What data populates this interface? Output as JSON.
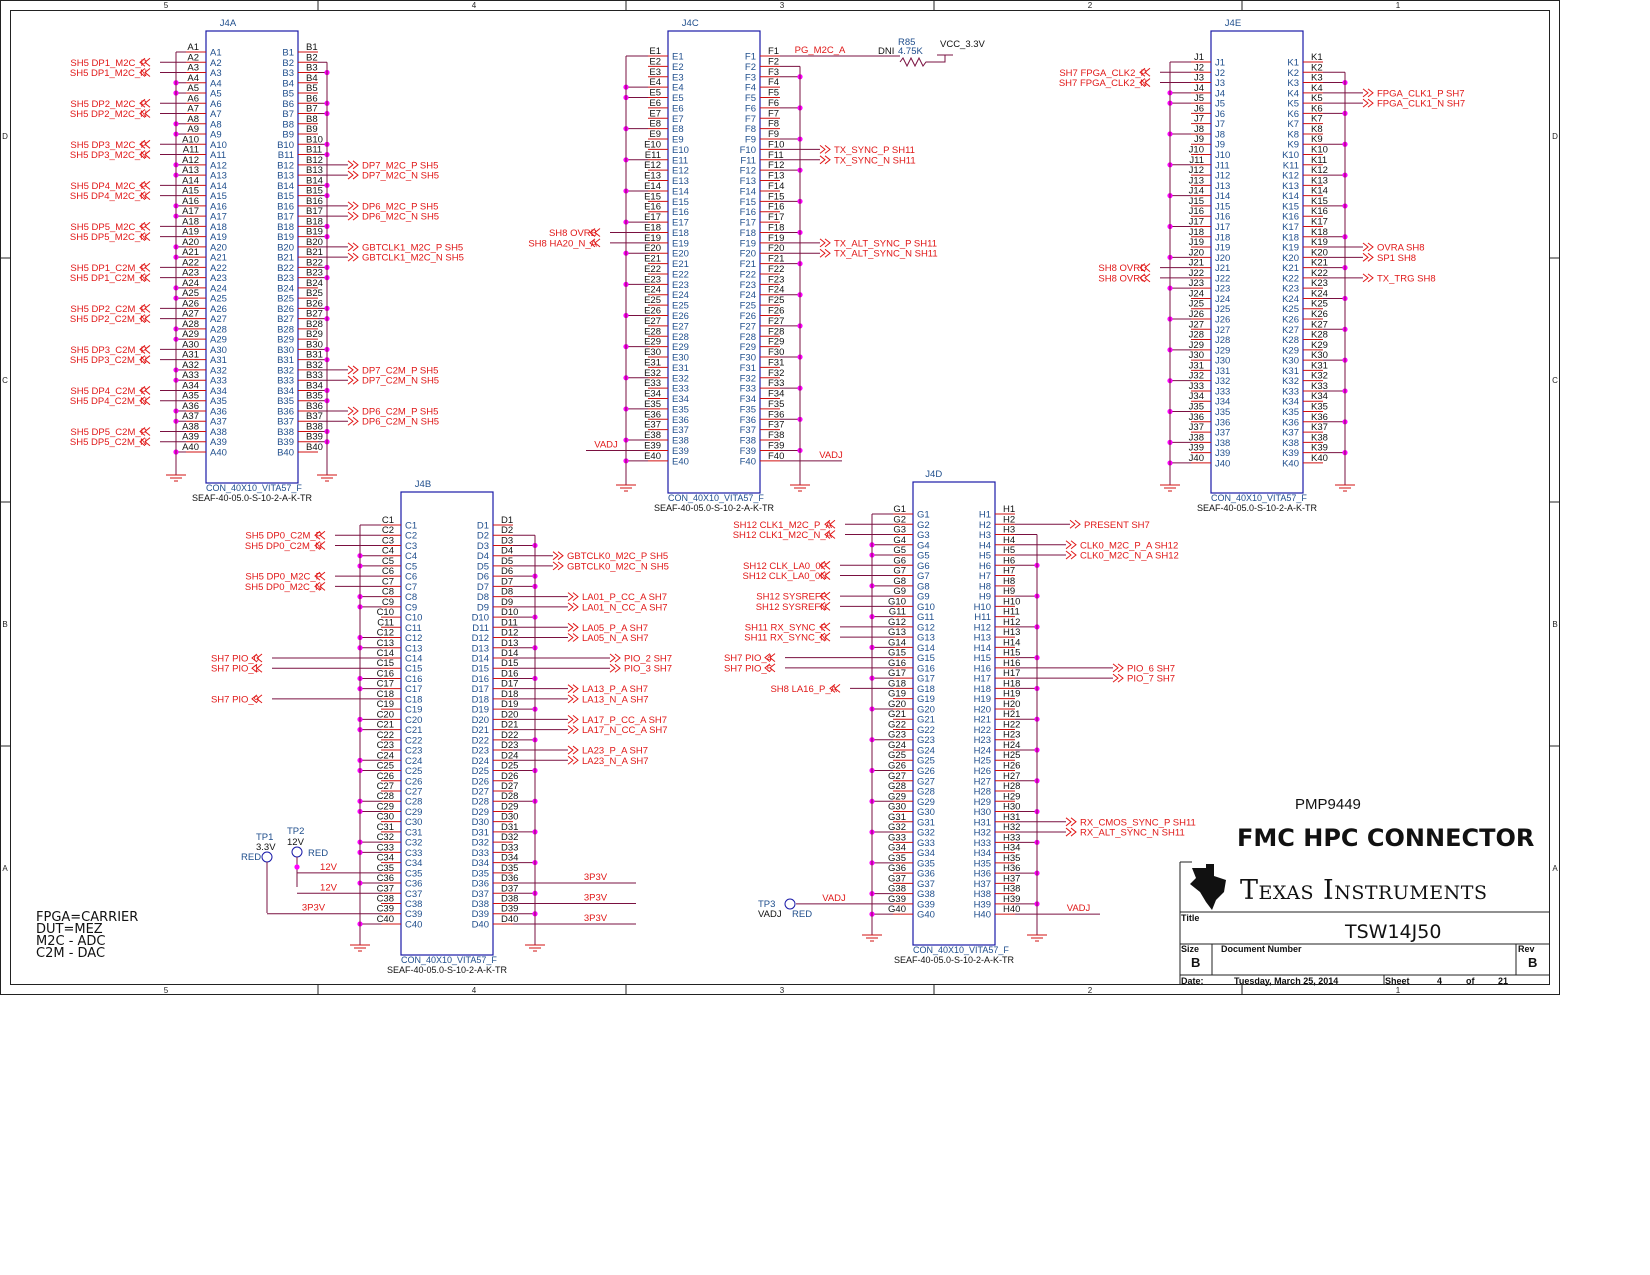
{
  "border": {
    "columns": [
      "5",
      "4",
      "3",
      "2",
      "1"
    ],
    "rows": [
      "D",
      "C",
      "B",
      "A"
    ]
  },
  "connectors": [
    {
      "ref": "J4A",
      "part": "CON_40X10_VITA57_F",
      "footprint": "SEAF-40-05.0-S-10-2-A-K-TR",
      "left_row": "A",
      "right_row": "B",
      "pin_count": 40,
      "left_nets": [
        {
          "pin": 2,
          "sheet": "SH5",
          "net": "DP1_M2C_P"
        },
        {
          "pin": 3,
          "sheet": "SH5",
          "net": "DP1_M2C_N"
        },
        {
          "pin": 6,
          "sheet": "SH5",
          "net": "DP2_M2C_P"
        },
        {
          "pin": 7,
          "sheet": "SH5",
          "net": "DP2_M2C_N"
        },
        {
          "pin": 10,
          "sheet": "SH5",
          "net": "DP3_M2C_P"
        },
        {
          "pin": 11,
          "sheet": "SH5",
          "net": "DP3_M2C_N"
        },
        {
          "pin": 14,
          "sheet": "SH5",
          "net": "DP4_M2C_P"
        },
        {
          "pin": 15,
          "sheet": "SH5",
          "net": "DP4_M2C_N"
        },
        {
          "pin": 18,
          "sheet": "SH5",
          "net": "DP5_M2C_P"
        },
        {
          "pin": 19,
          "sheet": "SH5",
          "net": "DP5_M2C_N"
        },
        {
          "pin": 22,
          "sheet": "SH5",
          "net": "DP1_C2M_P"
        },
        {
          "pin": 23,
          "sheet": "SH5",
          "net": "DP1_C2M_N"
        },
        {
          "pin": 26,
          "sheet": "SH5",
          "net": "DP2_C2M_P"
        },
        {
          "pin": 27,
          "sheet": "SH5",
          "net": "DP2_C2M_N"
        },
        {
          "pin": 30,
          "sheet": "SH5",
          "net": "DP3_C2M_P"
        },
        {
          "pin": 31,
          "sheet": "SH5",
          "net": "DP3_C2M_N"
        },
        {
          "pin": 34,
          "sheet": "SH5",
          "net": "DP4_C2M_P"
        },
        {
          "pin": 35,
          "sheet": "SH5",
          "net": "DP4_C2M_N"
        },
        {
          "pin": 38,
          "sheet": "SH5",
          "net": "DP5_C2M_P"
        },
        {
          "pin": 39,
          "sheet": "SH5",
          "net": "DP5_C2M_N"
        }
      ],
      "right_nets": [
        {
          "pin": 12,
          "sheet": "SH5",
          "net": "DP7_M2C_P"
        },
        {
          "pin": 13,
          "sheet": "SH5",
          "net": "DP7_M2C_N"
        },
        {
          "pin": 16,
          "sheet": "SH5",
          "net": "DP6_M2C_P"
        },
        {
          "pin": 17,
          "sheet": "SH5",
          "net": "DP6_M2C_N"
        },
        {
          "pin": 20,
          "sheet": "SH5",
          "net": "GBTCLK1_M2C_P"
        },
        {
          "pin": 21,
          "sheet": "SH5",
          "net": "GBTCLK1_M2C_N"
        },
        {
          "pin": 32,
          "sheet": "SH5",
          "net": "DP7_C2M_P"
        },
        {
          "pin": 33,
          "sheet": "SH5",
          "net": "DP7_C2M_N"
        },
        {
          "pin": 36,
          "sheet": "SH5",
          "net": "DP6_C2M_P"
        },
        {
          "pin": 37,
          "sheet": "SH5",
          "net": "DP6_C2M_N"
        }
      ]
    },
    {
      "ref": "J4C",
      "part": "CON_40X10_VITA57_F",
      "footprint": "SEAF-40-05.0-S-10-2-A-K-TR",
      "left_row": "E",
      "right_row": "F",
      "pin_count": 40,
      "left_nets": [
        {
          "pin": 18,
          "sheet": "SH8",
          "net": "OVRB"
        },
        {
          "pin": 19,
          "sheet": "SH8",
          "net": "HA20_N_A"
        },
        {
          "pin": 39,
          "sheet": "",
          "net": "VADJ",
          "power": true
        }
      ],
      "right_nets": [
        {
          "pin": 1,
          "sheet": "",
          "net": "PG_M2C_A",
          "power": true
        },
        {
          "pin": 10,
          "sheet": "SH11",
          "net": "TX_SYNC_P"
        },
        {
          "pin": 11,
          "sheet": "SH11",
          "net": "TX_SYNC_N"
        },
        {
          "pin": 19,
          "sheet": "SH11",
          "net": "TX_ALT_SYNC_P"
        },
        {
          "pin": 20,
          "sheet": "SH11",
          "net": "TX_ALT_SYNC_N"
        },
        {
          "pin": 40,
          "sheet": "",
          "net": "VADJ",
          "power": true
        }
      ]
    },
    {
      "ref": "J4E",
      "part": "CON_40X10_VITA57_F",
      "footprint": "SEAF-40-05.0-S-10-2-A-K-TR",
      "left_row": "J",
      "right_row": "K",
      "pin_count": 40,
      "left_nets": [
        {
          "pin": 2,
          "sheet": "SH7",
          "net": "FPGA_CLK2_P"
        },
        {
          "pin": 3,
          "sheet": "SH7",
          "net": "FPGA_CLK2_N"
        },
        {
          "pin": 21,
          "sheet": "SH8",
          "net": "OVRD"
        },
        {
          "pin": 22,
          "sheet": "SH8",
          "net": "OVRC"
        }
      ],
      "right_nets": [
        {
          "pin": 4,
          "sheet": "SH7",
          "net": "FPGA_CLK1_P"
        },
        {
          "pin": 5,
          "sheet": "SH7",
          "net": "FPGA_CLK1_N"
        },
        {
          "pin": 19,
          "sheet": "SH8",
          "net": "OVRA"
        },
        {
          "pin": 20,
          "sheet": "SH8",
          "net": "SP1"
        },
        {
          "pin": 22,
          "sheet": "SH8",
          "net": "TX_TRG"
        }
      ]
    },
    {
      "ref": "J4B",
      "part": "CON_40X10_VITA57_F",
      "footprint": "SEAF-40-05.0-S-10-2-A-K-TR",
      "left_row": "C",
      "right_row": "D",
      "pin_count": 40,
      "left_nets": [
        {
          "pin": 2,
          "sheet": "SH5",
          "net": "DP0_C2M_P"
        },
        {
          "pin": 3,
          "sheet": "SH5",
          "net": "DP0_C2M_N"
        },
        {
          "pin": 6,
          "sheet": "SH5",
          "net": "DP0_M2C_P"
        },
        {
          "pin": 7,
          "sheet": "SH5",
          "net": "DP0_M2C_N"
        },
        {
          "pin": 14,
          "sheet": "SH7",
          "net": "PIO_0"
        },
        {
          "pin": 15,
          "sheet": "SH7",
          "net": "PIO_1"
        },
        {
          "pin": 18,
          "sheet": "SH7",
          "net": "PIO_9"
        },
        {
          "pin": 35,
          "sheet": "",
          "net": "12V",
          "power": true
        },
        {
          "pin": 37,
          "sheet": "",
          "net": "12V",
          "power": true
        },
        {
          "pin": 39,
          "sheet": "",
          "net": "3P3V",
          "power": true
        }
      ],
      "right_nets": [
        {
          "pin": 4,
          "sheet": "SH5",
          "net": "GBTCLK0_M2C_P"
        },
        {
          "pin": 5,
          "sheet": "SH5",
          "net": "GBTCLK0_M2C_N"
        },
        {
          "pin": 8,
          "sheet": "SH7",
          "net": "LA01_P_CC_A"
        },
        {
          "pin": 9,
          "sheet": "SH7",
          "net": "LA01_N_CC_A"
        },
        {
          "pin": 11,
          "sheet": "SH7",
          "net": "LA05_P_A"
        },
        {
          "pin": 12,
          "sheet": "SH7",
          "net": "LA05_N_A"
        },
        {
          "pin": 14,
          "sheet": "SH7",
          "net": "PIO_2"
        },
        {
          "pin": 15,
          "sheet": "SH7",
          "net": "PIO_3"
        },
        {
          "pin": 17,
          "sheet": "SH7",
          "net": "LA13_P_A"
        },
        {
          "pin": 18,
          "sheet": "SH7",
          "net": "LA13_N_A"
        },
        {
          "pin": 20,
          "sheet": "SH7",
          "net": "LA17_P_CC_A"
        },
        {
          "pin": 21,
          "sheet": "SH7",
          "net": "LA17_N_CC_A"
        },
        {
          "pin": 23,
          "sheet": "SH7",
          "net": "LA23_P_A"
        },
        {
          "pin": 24,
          "sheet": "SH7",
          "net": "LA23_N_A"
        },
        {
          "pin": 36,
          "sheet": "",
          "net": "3P3V",
          "power": true
        },
        {
          "pin": 38,
          "sheet": "",
          "net": "3P3V",
          "power": true
        },
        {
          "pin": 40,
          "sheet": "",
          "net": "3P3V",
          "power": true
        }
      ]
    },
    {
      "ref": "J4D",
      "part": "CON_40X10_VITA57_F",
      "footprint": "SEAF-40-05.0-S-10-2-A-K-TR",
      "left_row": "G",
      "right_row": "H",
      "pin_count": 40,
      "left_nets": [
        {
          "pin": 2,
          "sheet": "SH12",
          "net": "CLK1_M2C_P_A"
        },
        {
          "pin": 3,
          "sheet": "SH12",
          "net": "CLK1_M2C_N_A"
        },
        {
          "pin": 6,
          "sheet": "SH12",
          "net": "CLK_LA0_0P"
        },
        {
          "pin": 7,
          "sheet": "SH12",
          "net": "CLK_LA0_0N"
        },
        {
          "pin": 9,
          "sheet": "SH12",
          "net": "SYSREFP"
        },
        {
          "pin": 10,
          "sheet": "SH12",
          "net": "SYSREFN"
        },
        {
          "pin": 12,
          "sheet": "SH11",
          "net": "RX_SYNC_P"
        },
        {
          "pin": 13,
          "sheet": "SH11",
          "net": "RX_SYNC_N"
        },
        {
          "pin": 15,
          "sheet": "SH7",
          "net": "PIO_4"
        },
        {
          "pin": 16,
          "sheet": "SH7",
          "net": "PIO_5"
        },
        {
          "pin": 18,
          "sheet": "SH8",
          "net": "LA16_P_A"
        },
        {
          "pin": 39,
          "sheet": "",
          "net": "VADJ",
          "power": true
        }
      ],
      "right_nets": [
        {
          "pin": 2,
          "sheet": "SH7",
          "net": "PRESENT"
        },
        {
          "pin": 4,
          "sheet": "SH12",
          "net": "CLK0_M2C_P_A"
        },
        {
          "pin": 5,
          "sheet": "SH12",
          "net": "CLK0_M2C_N_A"
        },
        {
          "pin": 16,
          "sheet": "SH7",
          "net": "PIO_6"
        },
        {
          "pin": 17,
          "sheet": "SH7",
          "net": "PIO_7"
        },
        {
          "pin": 31,
          "sheet": "SH11",
          "net": "RX_CMOS_SYNC_P"
        },
        {
          "pin": 32,
          "sheet": "SH11",
          "net": "RX_ALT_SYNC_N"
        },
        {
          "pin": 40,
          "sheet": "",
          "net": "VADJ",
          "power": true
        }
      ]
    }
  ],
  "resistor": {
    "ref": "R85",
    "note": "DNI",
    "value": "4.75K",
    "rail": "VCC_3.3V"
  },
  "test_points": [
    {
      "ref": "TP1",
      "value": "3.3V",
      "color": "RED"
    },
    {
      "ref": "TP2",
      "value": "12V",
      "color": "RED"
    },
    {
      "ref": "TP3",
      "value": "VADJ",
      "color": "RED"
    }
  ],
  "notes": [
    "FPGA=CARRIER",
    "DUT=MEZ",
    "M2C - ADC",
    "C2M - DAC"
  ],
  "title_block": {
    "project": "PMP9449",
    "sheet_title": "FMC HPC CONNECTOR",
    "company": "Texas Instruments",
    "title_label": "Title",
    "title": "TSW14J50",
    "size_label": "Size",
    "size": "B",
    "doc_label": "Document Number",
    "rev_label": "Rev",
    "rev": "B",
    "date_label": "Date:",
    "date": "Tuesday, March 25, 2014",
    "sheet_label": "Sheet",
    "sheet": "4",
    "of_label": "of",
    "sheet_total": "21"
  },
  "colors": {
    "wire": "#7a1040",
    "stub": "#d01010",
    "net": "#e01818",
    "box": "#1a1aa8",
    "junction": "#ff00ff"
  }
}
